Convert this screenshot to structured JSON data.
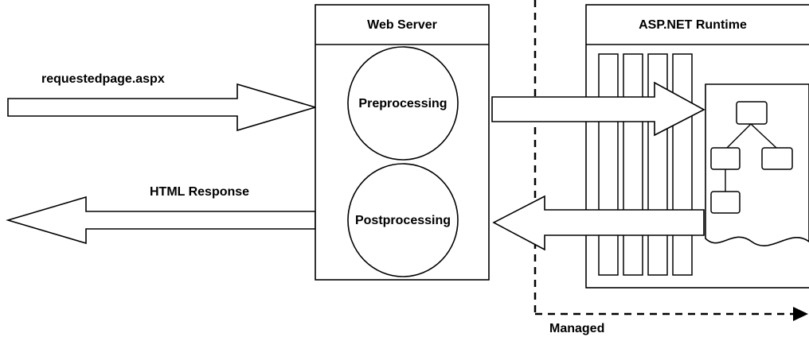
{
  "labels": {
    "request": "requestedpage.aspx",
    "response": "HTML Response",
    "web_server": "Web Server",
    "preprocessing": "Preprocessing",
    "postprocessing": "Postprocessing",
    "runtime": "ASP.NET Runtime",
    "managed": "Managed"
  }
}
